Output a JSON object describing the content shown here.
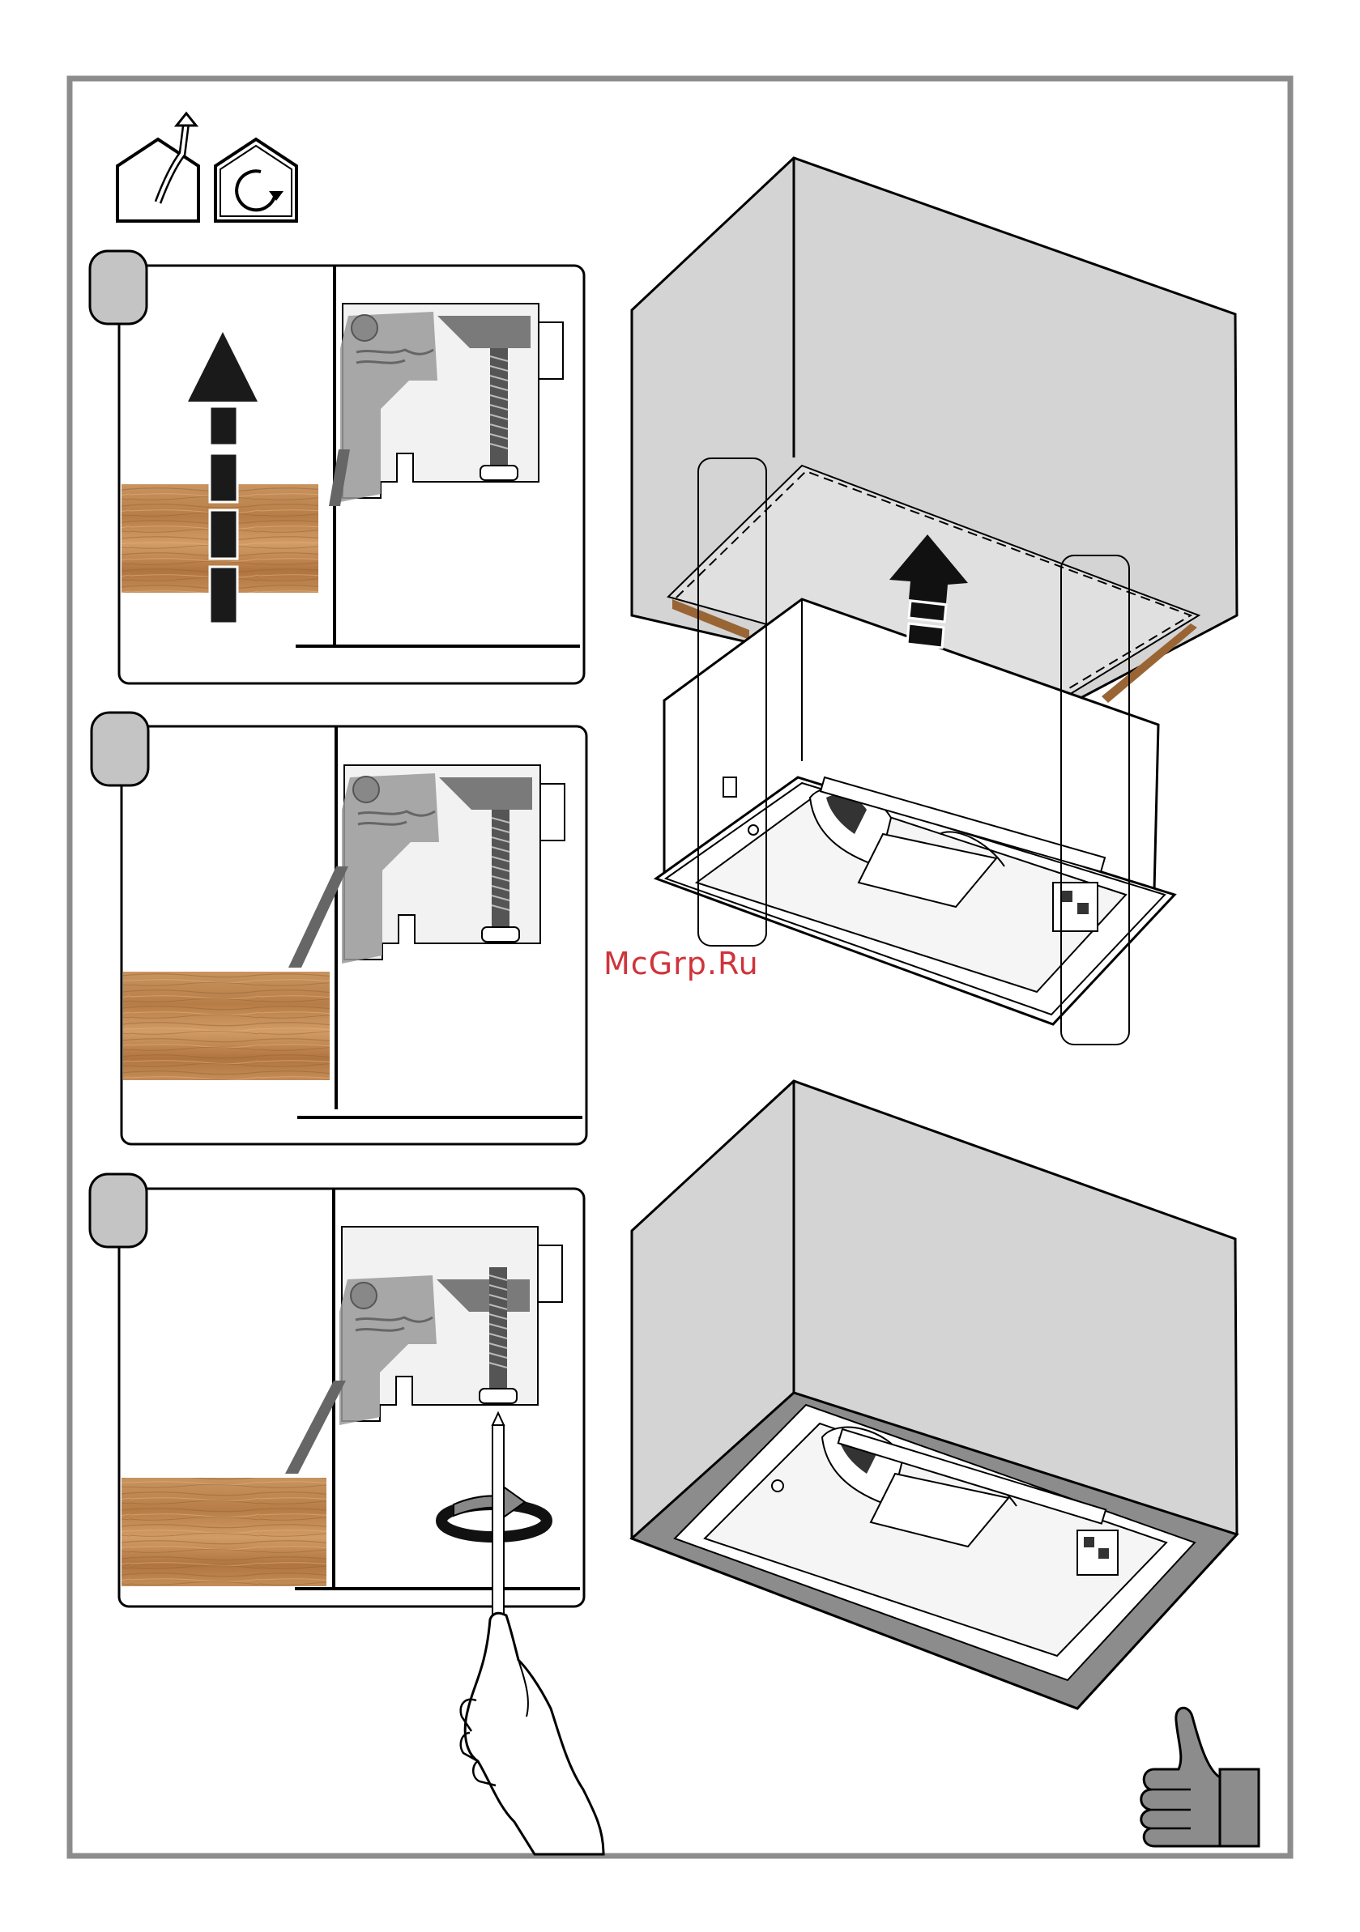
{
  "watermark": {
    "text": "McGrp.Ru",
    "color": "#d0333a"
  },
  "footer": {
    "text": ""
  },
  "icons": {
    "top_left": [
      "house-exhaust-icon",
      "house-recirculation-icon"
    ],
    "bottom_right": "thumbs-up-icon"
  },
  "steps": [
    {
      "badge": "",
      "action": "push-board-up"
    },
    {
      "badge": "",
      "action": "clamp-engaged"
    },
    {
      "badge": "",
      "action": "tighten-screw"
    }
  ],
  "colors": {
    "frame": "#8c8c8c",
    "cabinet_fill": "#d4d4d4",
    "wood": "#c08a55",
    "wood_dark": "#9a6535",
    "badge": "#c4c4c4",
    "arrow": "#1a1a1a",
    "mechanism": "#9a9a9a"
  }
}
